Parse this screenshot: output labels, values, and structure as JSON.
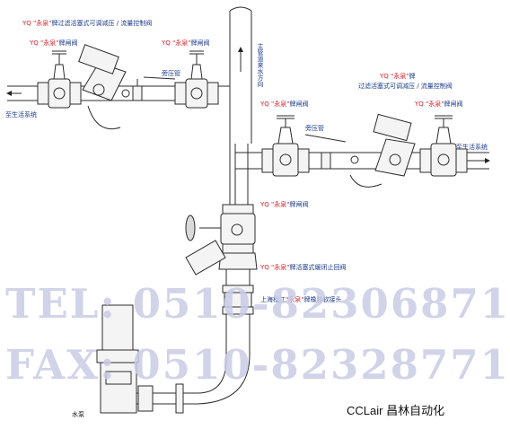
{
  "labels": {
    "filter_valve_top_left": {
      "brand": "YQ \"永泉\"",
      "text": "牌过滤活塞式可调减压 / 流量控制阀"
    },
    "gate_valve_a": {
      "brand": "YQ \"永泉\"",
      "text": "牌闸阀"
    },
    "gate_valve_b": {
      "brand": "YQ \"永泉\"",
      "text": "牌闸阀"
    },
    "gate_valve_c": {
      "brand": "YQ \"永泉\"",
      "text": "牌闸阀"
    },
    "gate_valve_d": {
      "brand": "YQ \"永泉\"",
      "text": "牌闸阀"
    },
    "gate_valve_e": {
      "brand": "YQ \"永泉\"",
      "text": "牌闸阀"
    },
    "filter_valve_right": {
      "brand": "YQ \"永泉\"",
      "suffix": "牌",
      "text": "过滤活塞式可调减压 / 流量控制阀"
    },
    "bypass_left": "旁压管",
    "bypass_right": "旁压管",
    "to_system_left": "至生活系统",
    "to_system_right": "至生活系统",
    "main_pipe": "主管道来水方向",
    "check_valve": {
      "brand": "YQ \"永泉\"",
      "text": "牌活塞式缓闭止回阀"
    },
    "soft_joint": {
      "prefix": "上海松江",
      "brand": "\"永泉\"",
      "text": "牌橡胶软接头"
    },
    "pump": "水泵"
  },
  "watermark": {
    "tel": "TEL: 0510-82306871",
    "fax": "FAX: 0510-82328771"
  },
  "brand": "CCLair 昌林自动化",
  "colors": {
    "pipe": "#2b2b2b",
    "label_text": "#1a3a8a",
    "brand_red": "#d8202a",
    "watermark": "#c9cce6",
    "fill": "#f4f4f4"
  }
}
